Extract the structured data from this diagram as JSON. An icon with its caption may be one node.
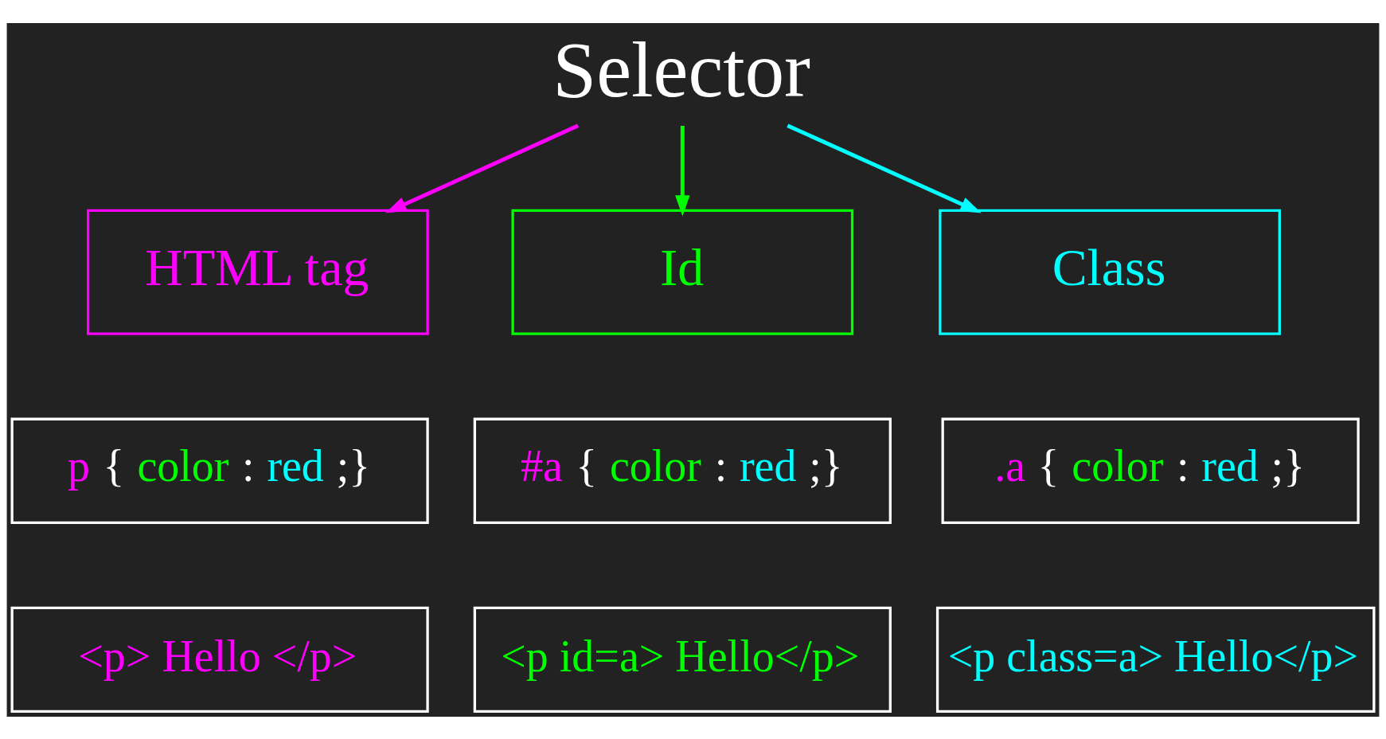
{
  "diagram": {
    "nodes": [
      {
        "text": [
          "Selector"
        ]
      },
      {
        "text": [
          "HTML tag"
        ]
      },
      {
        "text": [
          "Id"
        ]
      },
      {
        "text": [
          "Class"
        ]
      },
      {
        "text": [
          "p { color : red ;}"
        ]
      },
      {
        "text": [
          "#a { color : red ;}"
        ]
      },
      {
        "text": [
          ".a { color : red ;}"
        ]
      },
      {
        "text": [
          "<p> Hello </p>"
        ]
      },
      {
        "text": [
          "<p id=a> Hello</p>"
        ]
      },
      {
        "text": [
          "<p class=a> Hello</p>"
        ]
      }
    ],
    "edges": [
      {
        "from": 0,
        "to": 1,
        "arrow": "to",
        "color": "#ff00ff"
      },
      {
        "from": 0,
        "to": 2,
        "arrow": "to",
        "color": "#00ff00"
      },
      {
        "from": 0,
        "to": 3,
        "arrow": "to",
        "color": "#00ffff"
      }
    ]
  }
}
